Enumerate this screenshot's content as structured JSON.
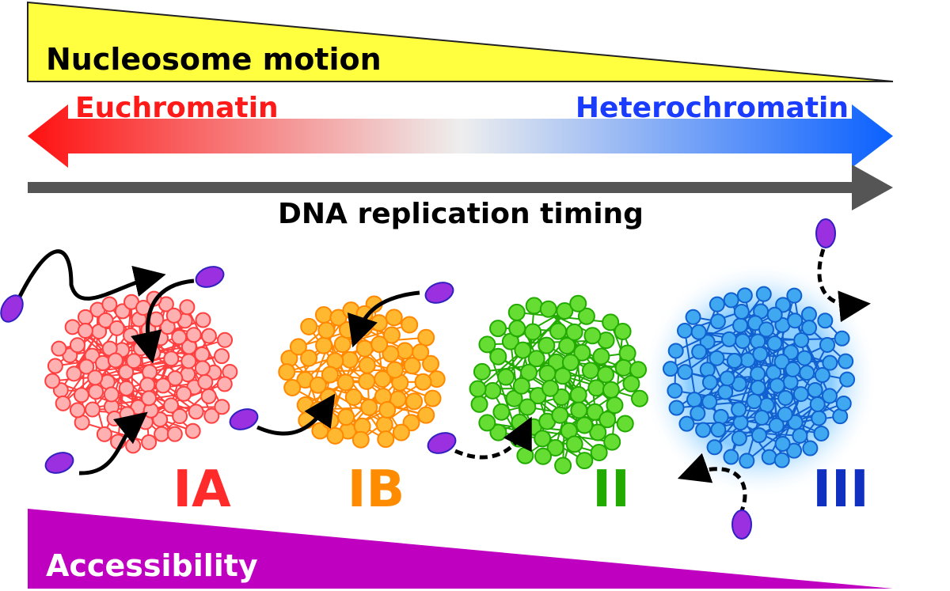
{
  "top_bar": {
    "label": "Nucleosome motion",
    "color": "#ffff40"
  },
  "chromatin_axis": {
    "left_label": "Euchromatin",
    "right_label": "Heterochromatin",
    "left_color": "#ff1a1a",
    "right_color": "#1a5cff"
  },
  "replication_axis": {
    "label": "DNA replication timing",
    "color": "#555555"
  },
  "bottom_bar": {
    "label": "Accessibility",
    "color": "#c000c0"
  },
  "domains": [
    {
      "label": "IA",
      "color": "#ff2a2a",
      "fill": "#ffb0b0",
      "stroke": "#ff4040"
    },
    {
      "label": "IB",
      "color": "#ff8c00",
      "fill": "#ffb830",
      "stroke": "#ff8800"
    },
    {
      "label": "II",
      "color": "#22aa00",
      "fill": "#66dd33",
      "stroke": "#22aa00"
    },
    {
      "label": "III",
      "color": "#1030c0",
      "fill": "#40a8f0",
      "stroke": "#1060d0"
    }
  ]
}
